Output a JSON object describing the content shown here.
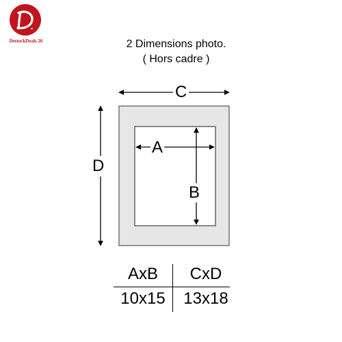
{
  "brand": {
    "logo_letter": "D",
    "name": "DestockDeals 26",
    "color": "#c0151c"
  },
  "title": {
    "line1": "2 Dimensions photo.",
    "line2": "( Hors cadre )"
  },
  "diagram": {
    "labels": {
      "a": "A",
      "b": "B",
      "c": "C",
      "d": "D"
    },
    "frame_color": "#e6e6e6",
    "line_color": "#000000"
  },
  "table": {
    "headers": [
      "AxB",
      "CxD"
    ],
    "values": [
      "10x15",
      "13x18"
    ]
  }
}
